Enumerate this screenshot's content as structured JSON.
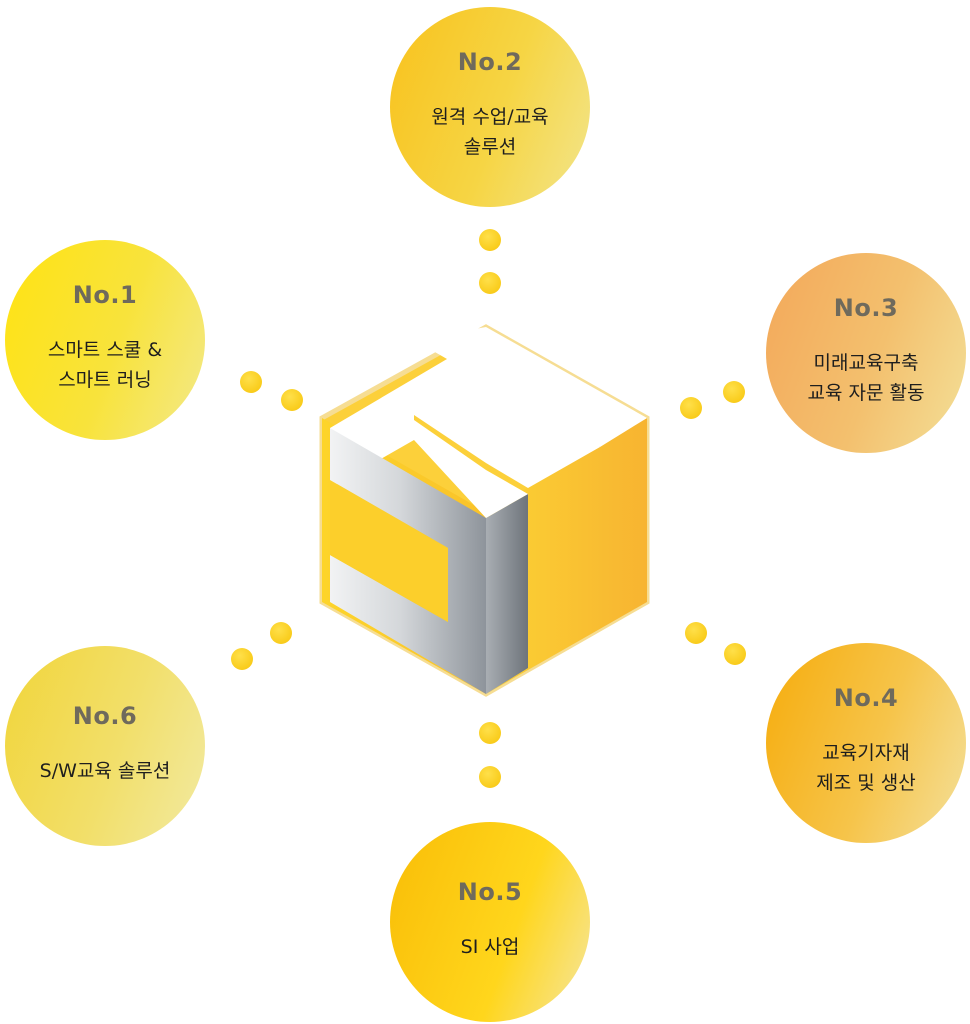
{
  "nodes": [
    {
      "num": "No.1",
      "lines": [
        "스마트 스쿨 &",
        "스마트 러닝"
      ]
    },
    {
      "num": "No.2",
      "lines": [
        "원격 수업/교육",
        "솔루션"
      ]
    },
    {
      "num": "No.3",
      "lines": [
        "미래교육구축",
        "교육 자문 활동"
      ]
    },
    {
      "num": "No.4",
      "lines": [
        "교육기자재",
        "제조 및 생산"
      ]
    },
    {
      "num": "No.5",
      "lines": [
        "SI 사업"
      ]
    },
    {
      "num": "No.6",
      "lines": [
        "S/W교육 솔루션"
      ]
    }
  ],
  "colors": {
    "number_text": "#6f6a5c",
    "label_text": "#1e1e1e",
    "dot": "#f9cc1c",
    "hex_border": "#f5dc8c",
    "cube_yellow": "#fcc630",
    "cube_grey": "#9aa0a6"
  },
  "center_logo_icon": "3d-cube-logo-icon"
}
